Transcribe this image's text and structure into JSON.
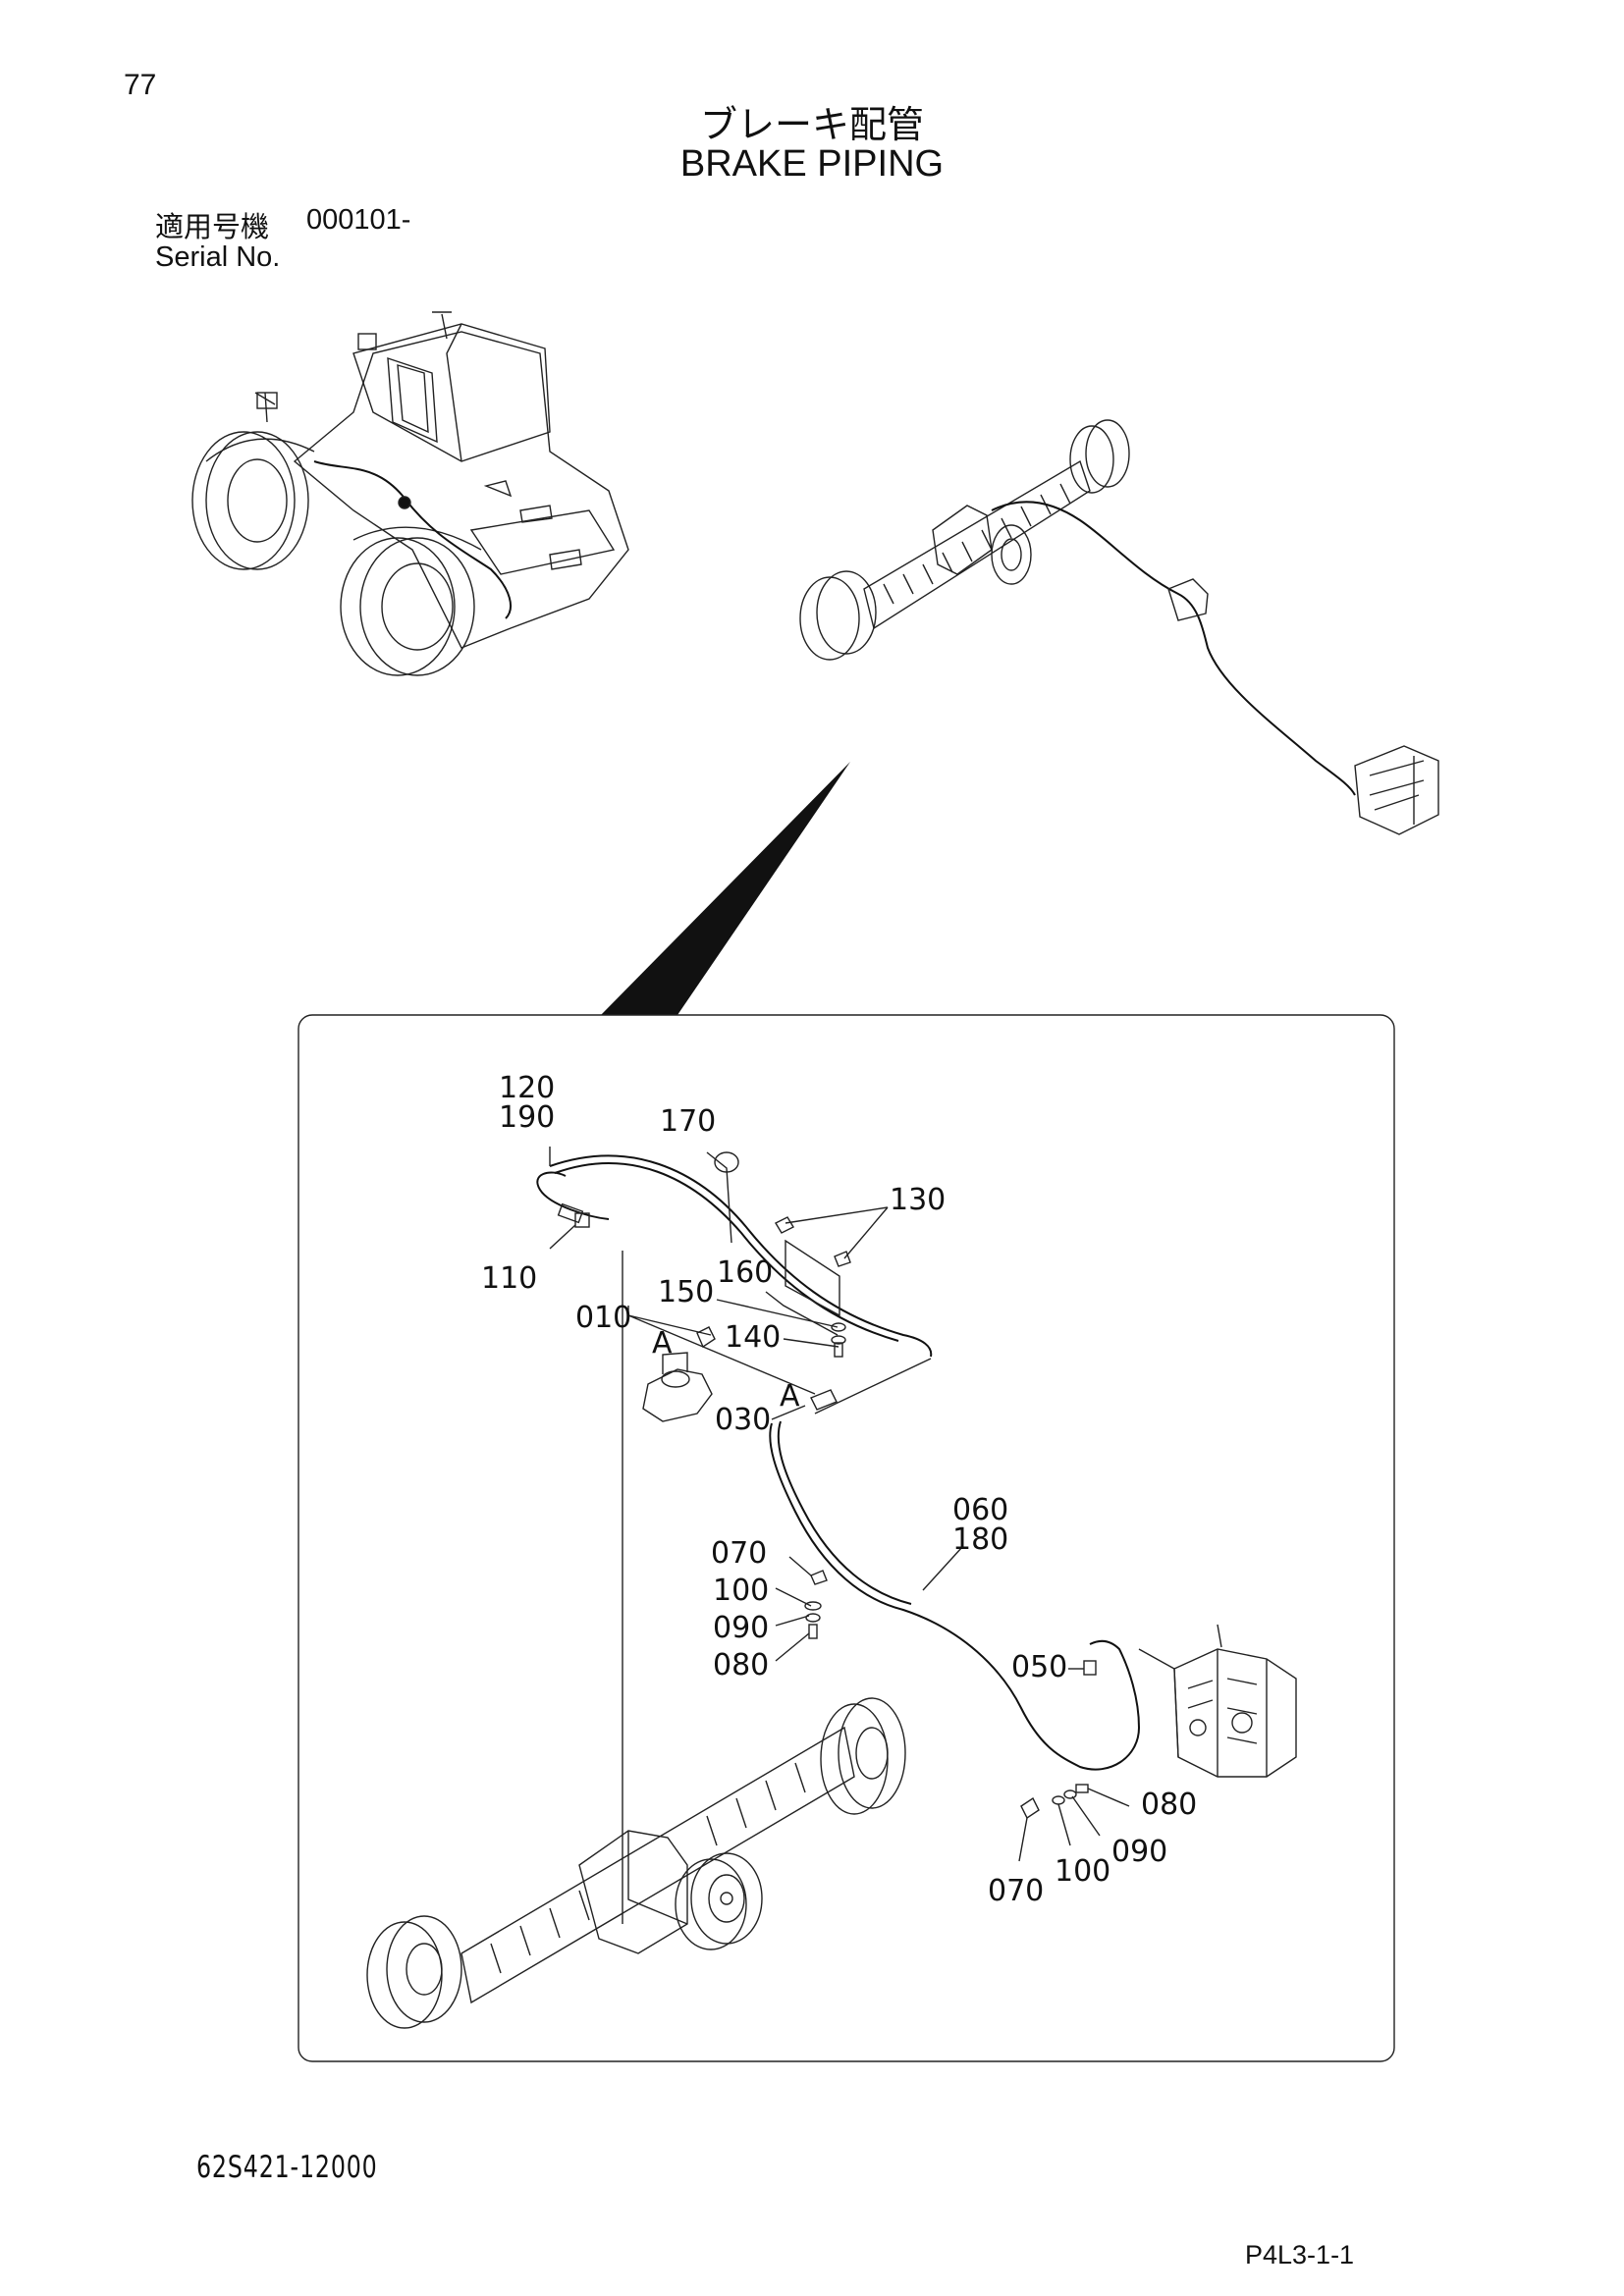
{
  "page_number": "77",
  "title": {
    "jp": "ブレーキ配管",
    "en": "BRAKE PIPING"
  },
  "serial": {
    "jp_label": "適用号機",
    "value": "000101-",
    "en_label": "Serial No."
  },
  "callouts": {
    "c120": "120",
    "c190": "190",
    "c170": "170",
    "c130": "130",
    "c110": "110",
    "c160": "160",
    "c150": "150",
    "c010": "010",
    "c140": "140",
    "cA1": "A",
    "cA2": "A",
    "c030": "030",
    "c060": "060",
    "c180": "180",
    "c070a": "070",
    "c100a": "100",
    "c090a": "090",
    "c080a": "080",
    "c050": "050",
    "c080b": "080",
    "c090b": "090",
    "c100b": "100",
    "c070b": "070"
  },
  "catalog_number": "62S421-12000",
  "page_reference": "P4L3-1-1"
}
